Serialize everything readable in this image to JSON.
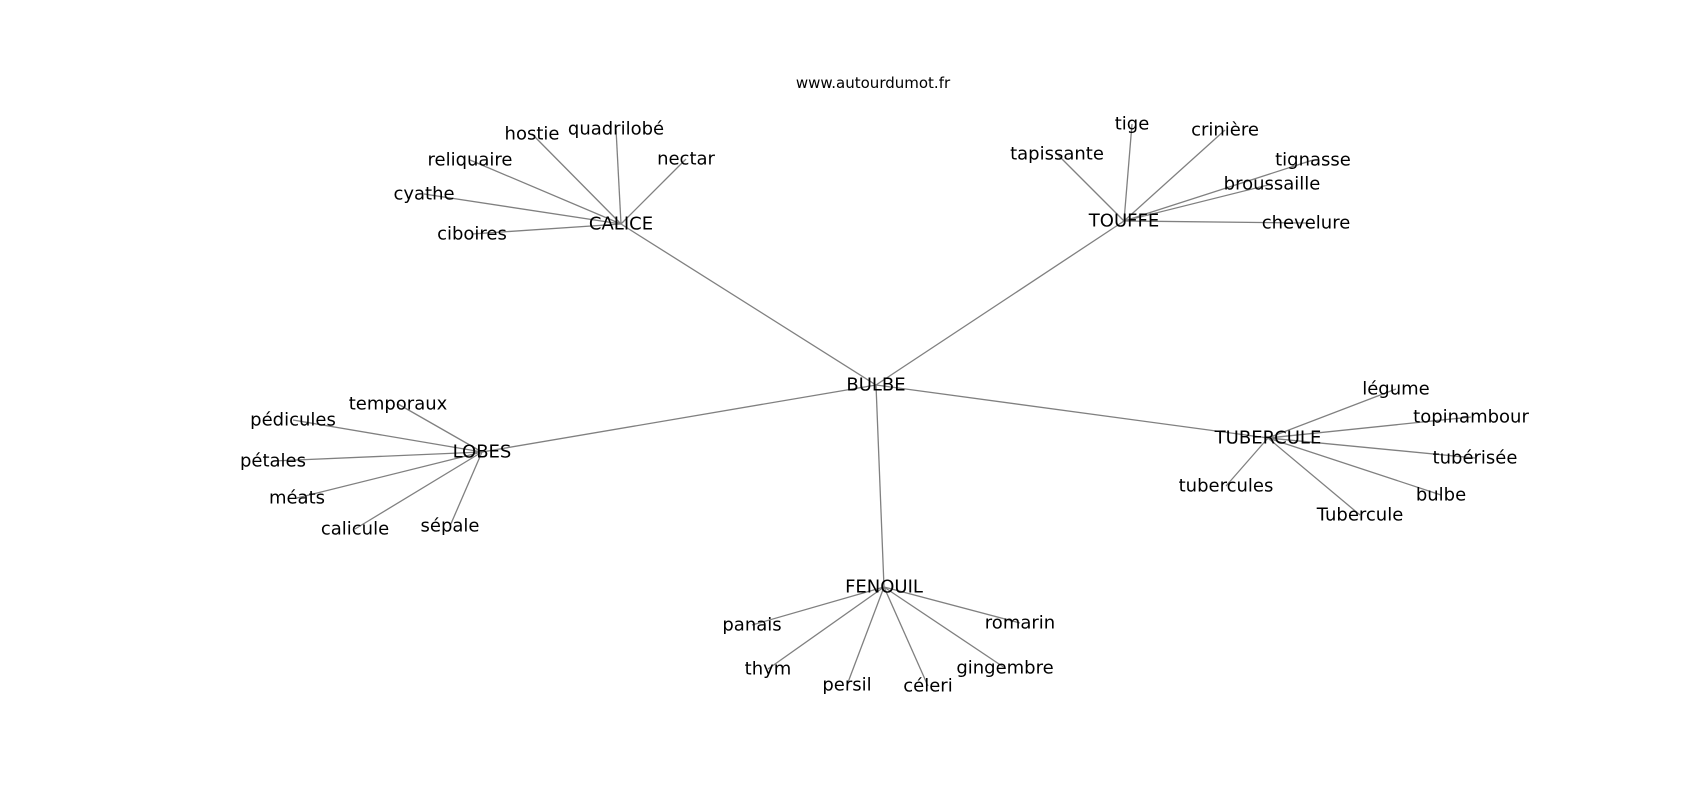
{
  "site": "www.autourdumot.fr",
  "center": "BULBE",
  "clusters": [
    {
      "name": "CALICE",
      "words": [
        "hostie",
        "quadrilobé",
        "nectar",
        "reliquaire",
        "cyathe",
        "ciboires"
      ]
    },
    {
      "name": "TOUFFE",
      "words": [
        "tige",
        "crinière",
        "tapissante",
        "tignasse",
        "broussaille",
        "chevelure"
      ]
    },
    {
      "name": "LOBES",
      "words": [
        "temporaux",
        "pédicules",
        "pétales",
        "méats",
        "calicule",
        "sépale"
      ]
    },
    {
      "name": "TUBERCULE",
      "words": [
        "légume",
        "topinambour",
        "tubérisée",
        "bulbe",
        "Tubercule",
        "tubercules"
      ]
    },
    {
      "name": "FENOUIL",
      "words": [
        "panais",
        "romarin",
        "thym",
        "gingembre",
        "persil",
        "céleri"
      ]
    }
  ]
}
